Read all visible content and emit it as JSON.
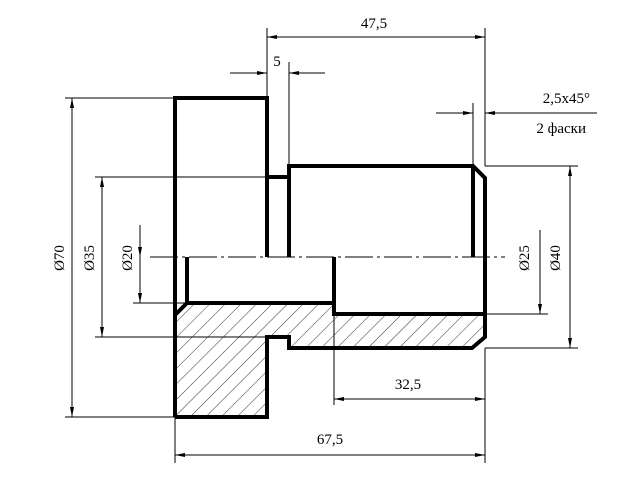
{
  "drawing": {
    "dimensions": {
      "overall_top": "47,5",
      "neck_width": "5",
      "chamfer": "2,5x45°",
      "chamfer_note": "2 фаски",
      "diameter_70": "Ø70",
      "diameter_35": "Ø35",
      "diameter_20": "Ø20",
      "diameter_25": "Ø25",
      "diameter_40": "Ø40",
      "bore_depth": "32,5",
      "overall_length": "67,5"
    }
  }
}
